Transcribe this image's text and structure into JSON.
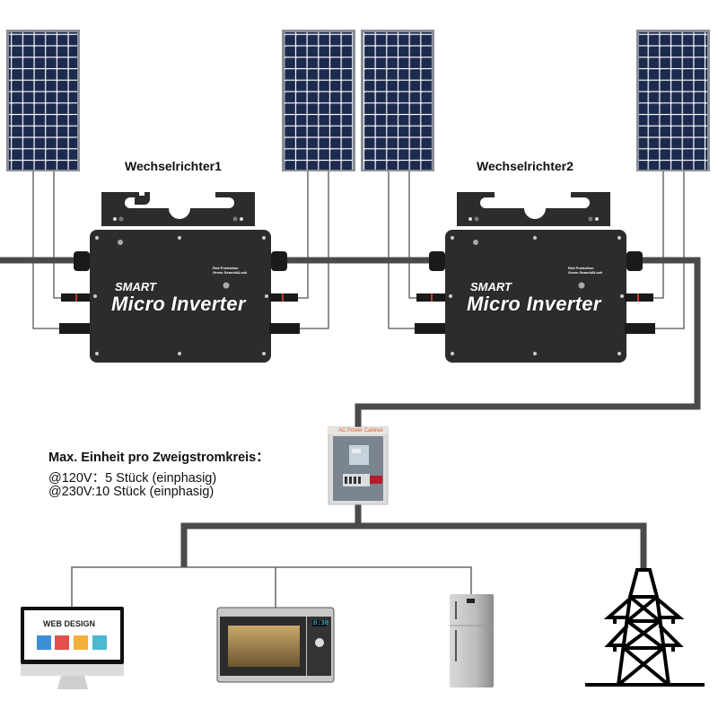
{
  "inverters": [
    {
      "label": "Wechselrichter1",
      "brand_line1": "SMART",
      "brand_line2": "Micro Inverter",
      "led_label_1": "Red Protection",
      "led_label_2": "Green Search&Lock"
    },
    {
      "label": "Wechselrichter2",
      "brand_line1": "SMART",
      "brand_line2": "Micro Inverter",
      "led_label_1": "Red Protection",
      "led_label_2": "Green Search&Lock"
    }
  ],
  "notes": {
    "heading": "Max. Einheit pro Zweigstromkreis：",
    "line1": "@120V：5 Stück (einphasig)",
    "line2": "@230V:10 Stück (einphasig)"
  },
  "cabinet": {
    "label": "AC Power Cabinet"
  },
  "loads": {
    "monitor_text": "WEB DESIGN",
    "microwave_display": "0:30"
  },
  "colors": {
    "panel_cell": "#1c2a4e",
    "panel_frame": "#8a8f96",
    "inverter_body": "#2b2c2e",
    "ac_cable": "#4a4a4a",
    "dc_wire": "#555555",
    "tower": "#000000"
  },
  "icons": [
    "solar-panel-icon",
    "micro-inverter-icon",
    "ac-cabinet-icon",
    "computer-monitor-icon",
    "microwave-icon",
    "refrigerator-icon",
    "power-tower-icon"
  ]
}
